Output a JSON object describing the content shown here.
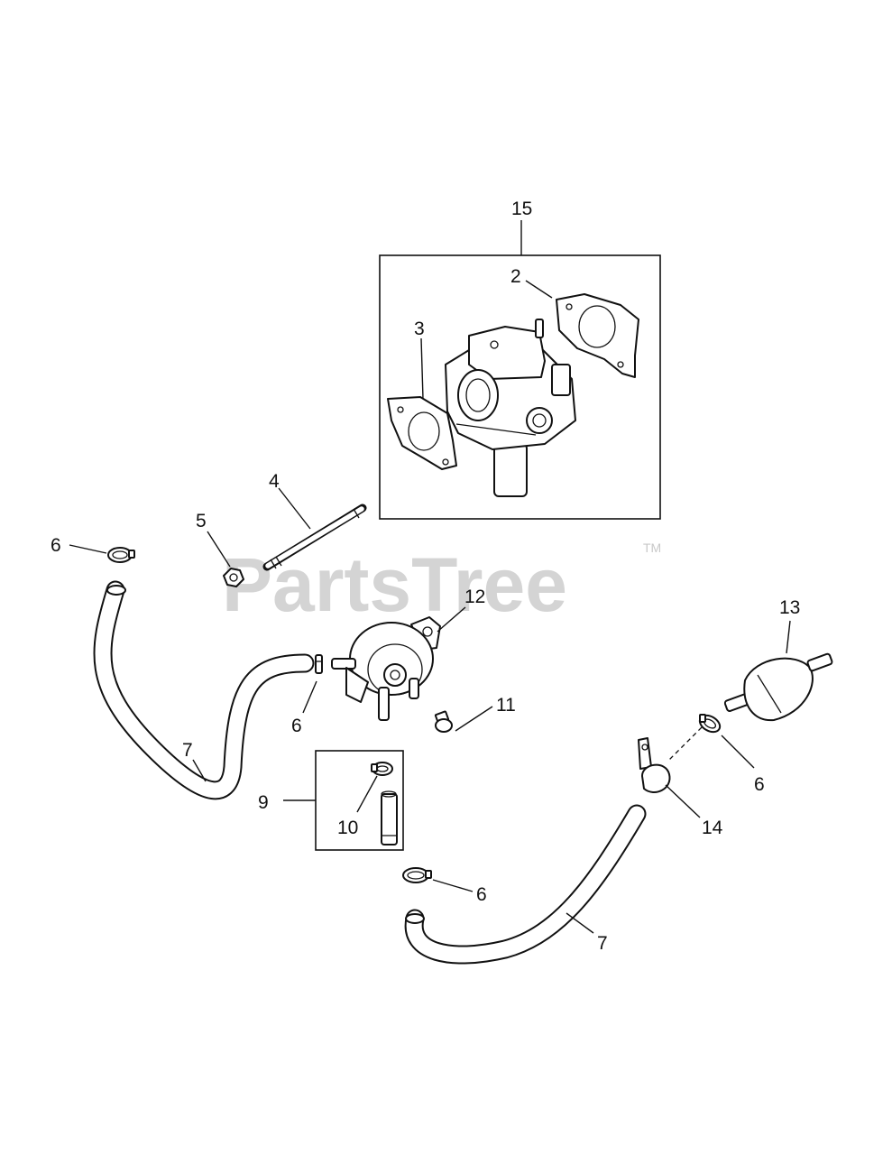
{
  "watermark": {
    "text": "PartsTree",
    "trademark": "TM"
  },
  "callouts": {
    "c15": "15",
    "c2": "2",
    "c3": "3",
    "c4": "4",
    "c5": "5",
    "c6a": "6",
    "c12": "12",
    "c13": "13",
    "c7a": "7",
    "c6b": "6",
    "c11": "11",
    "c9": "9",
    "c10": "10",
    "c14": "14",
    "c6c": "6",
    "c6d": "6",
    "c7b": "7"
  }
}
